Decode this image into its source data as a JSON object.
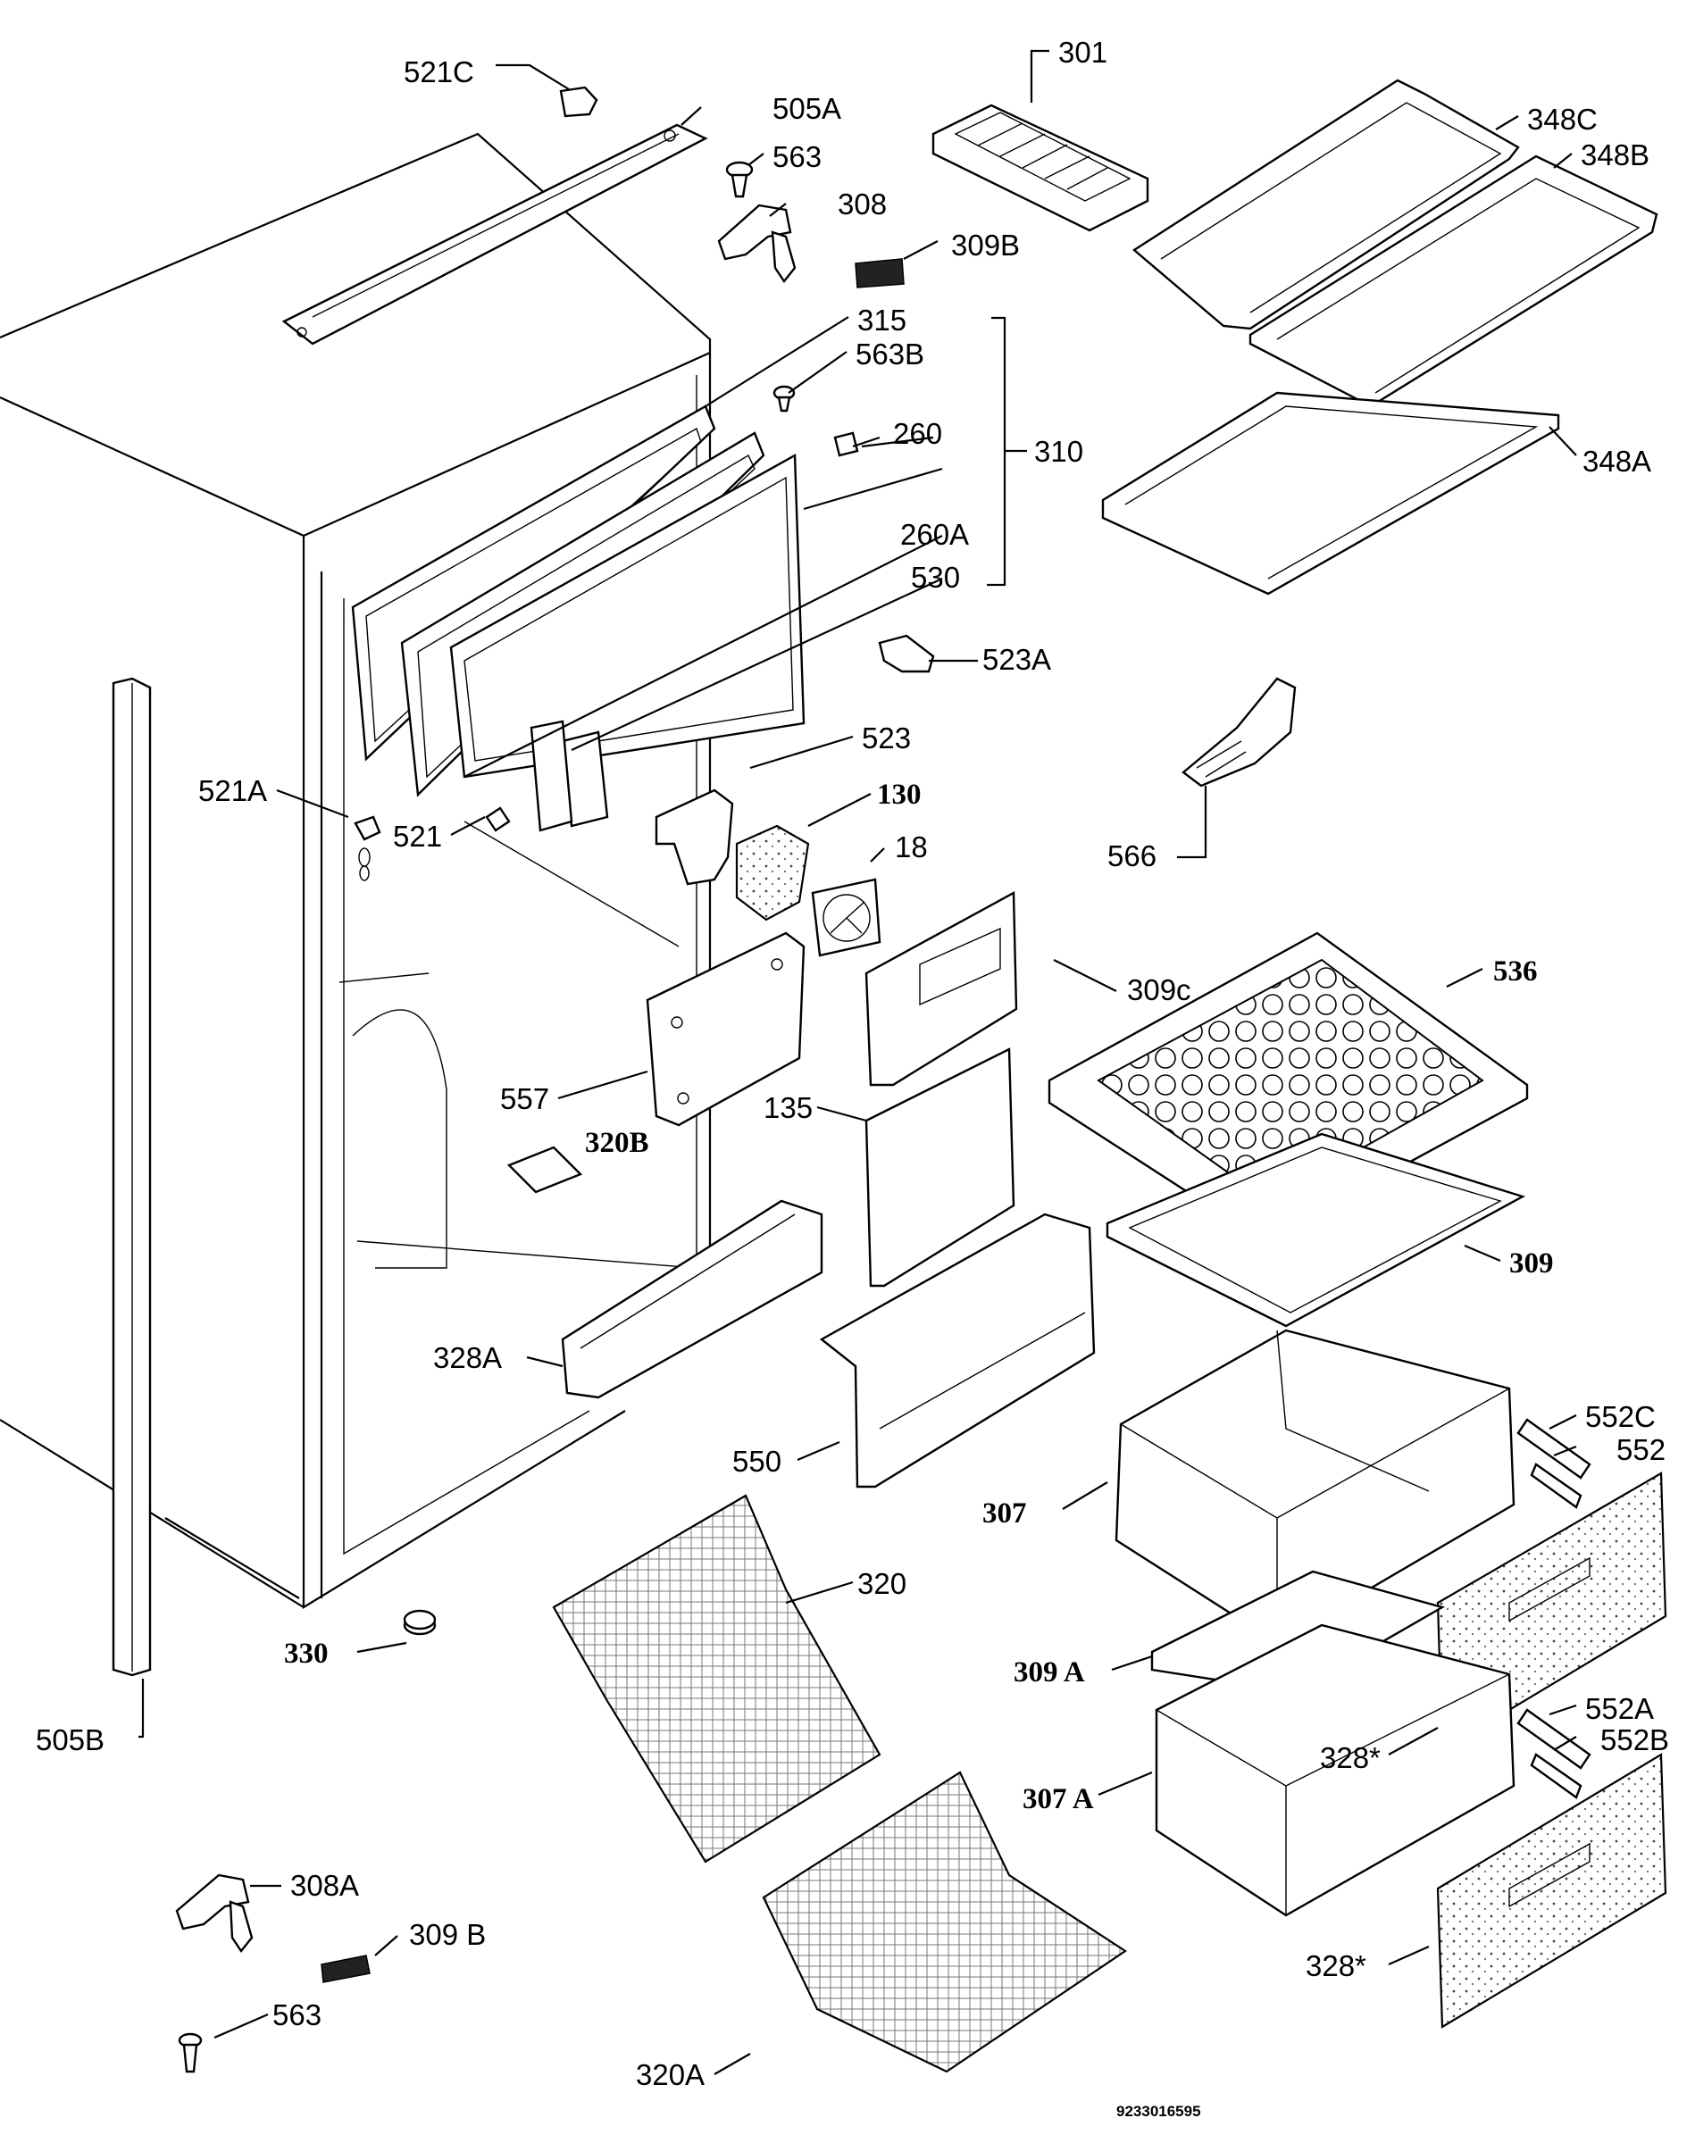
{
  "diagram": {
    "callouts": {
      "c521c": "521C",
      "c505a": "505A",
      "c563_top": "563",
      "c308": "308",
      "c309b_top": "309B",
      "c301": "301",
      "c348c": "348C",
      "c348b": "348B",
      "c348a": "348A",
      "c315": "315",
      "c563b": "563B",
      "c260": "260",
      "c310": "310",
      "c260a": "260A",
      "c530": "530",
      "c523a": "523A",
      "c523": "523",
      "c130": "130",
      "c18": "18",
      "c521a": "521A",
      "c521": "521",
      "c566": "566",
      "c309c": "309c",
      "c536": "536",
      "c557": "557",
      "c135": "135",
      "c320b": "320B",
      "c309": "309",
      "c328a": "328A",
      "c550": "550",
      "c552c": "552C",
      "c552": "552",
      "c307": "307",
      "c320": "320",
      "c330": "330",
      "c309a": "309 A",
      "c552a": "552A",
      "c552b": "552B",
      "c328star_top": "328*",
      "c505b": "505B",
      "c307a": "307 A",
      "c308a": "308A",
      "c309b_bottom": "309 B",
      "c563_bottom": "563",
      "c320a": "320A",
      "c328star_bottom": "328*"
    },
    "document_number": "9233016595"
  }
}
